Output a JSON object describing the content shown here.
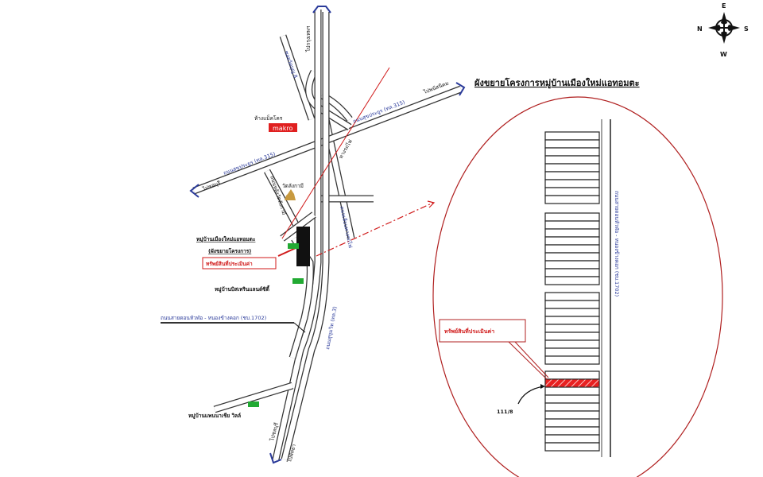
{
  "title": "ผังขยายโครงการหมู่บ้านเมืองใหม่แอทอมตะ",
  "compass": {
    "n": "N",
    "e": "E",
    "s": "S",
    "w": "W"
  },
  "roads": {
    "sukhumvit": "ถนนสุขุมวิท (ทล.3)",
    "sukprayoon_left": "ถนนสุขประยูร (ทล.315)",
    "sukprayoon_right": "ถนนสุขประยูร (ทล.315)",
    "soi": "ซอยวัดบุญ 8",
    "back_road": "ถนนหลังวัดลังกามี",
    "right_road": "ถนนเลียบทางรถไฟ",
    "railway": "ทางรถไฟ",
    "donhualo": "ถนนสายดอนหัวฬ่อ - หนองข้างคอก (ชบ.1702)",
    "inset_road": "ถนนสายดอนหัวฬ่อ - หนองข้างคอก (ชบ.1702)"
  },
  "directions": {
    "to_bangkok": "ไปกรุงเทพฯ",
    "to_phanat": "ไปพนัสนิคม",
    "to_chonburi_left": "ไปชลบุรี",
    "to_chonburi_bottom": "ไปชลบุรี",
    "to_pattaya": "ไปพัทยา"
  },
  "places": {
    "makro_label": "ห้างแม็คโคร",
    "makro_logo": "makro",
    "temple": "วัดลังกามี",
    "village_main": "หมู่บ้านเมืองใหม่แอทอมตะ",
    "village_main_sub": "(ผังขยายโครงการ)",
    "village_bistrin": "หมู่บ้านบิสเทรินแลนด์ซิตี้",
    "village_panacea": "หมู่บ้านแพนนาเชีย วิลล์"
  },
  "subject_label": "ทรัพย์สินที่ประเมินค่า",
  "inset_subject_label": "ทรัพย์สินที่ประเมินค่า",
  "lot_number": "111/8",
  "colors": {
    "road_label": "#2a3a9a",
    "red": "#d01a1a",
    "makro": "#e02020",
    "village_icon": "#22aa33"
  }
}
